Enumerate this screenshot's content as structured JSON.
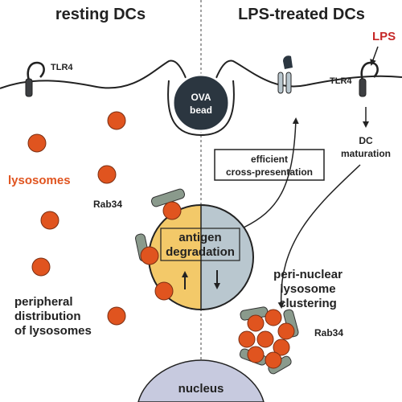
{
  "headings": {
    "left": "resting DCs",
    "right": "LPS-treated DCs"
  },
  "labels": {
    "lps": "LPS",
    "tlr4_left": "TLR4",
    "tlr4_right": "TLR4",
    "ova_line1": "OVA",
    "ova_line2": "bead",
    "lysosomes": "lysosomes",
    "rab34_left": "Rab34",
    "rab34_right": "Rab34",
    "antigen_line1": "antigen",
    "antigen_line2": "degradation",
    "cross_line1": "efficient",
    "cross_line2": "cross-presentation",
    "dc_line1": "DC",
    "dc_line2": "maturation",
    "peri_line1": "peri-nuclear",
    "peri_line2": "lysosome",
    "peri_line3": "clustering",
    "periph_line1": "peripheral",
    "periph_line2": "distribution",
    "periph_line3": "of lysosomes",
    "nucleus": "nucleus"
  },
  "colors": {
    "lysosome": "#e0541f",
    "lysosome_stroke": "#7a2e12",
    "rab34": "#8a9a8c",
    "phagosome_left": "#f3c969",
    "phagosome_right": "#b9c7cf",
    "bead": "#2b3640",
    "nucleus": "#c7cadf",
    "lps_text": "#c62828",
    "lysosome_text": "#e0541f",
    "ink": "#222222"
  }
}
